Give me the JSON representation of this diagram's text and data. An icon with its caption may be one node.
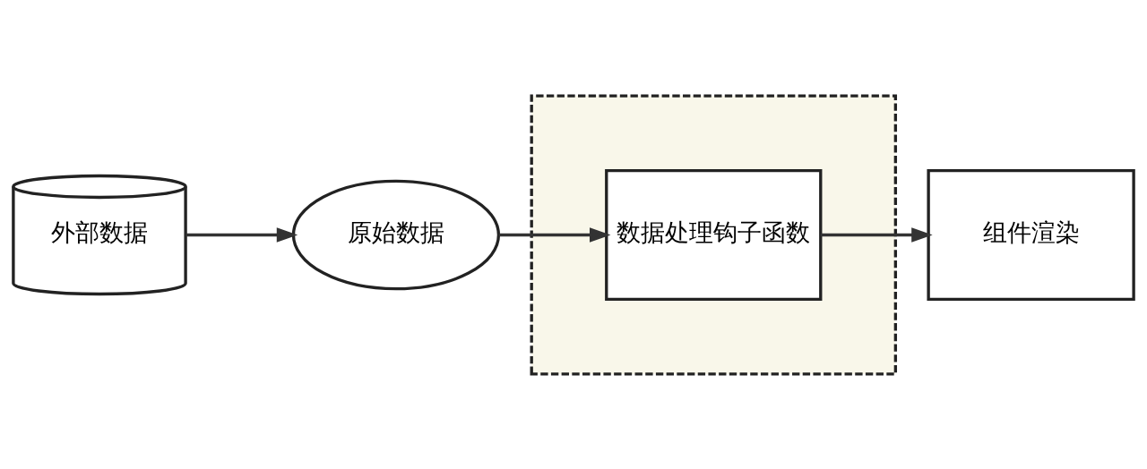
{
  "diagram": {
    "nodes": [
      {
        "text": [
          "外部数据"
        ]
      },
      {
        "text": [
          "原始数据"
        ]
      },
      {
        "text": [],
        "shape": "box"
      },
      {
        "text": [
          "数据处理钩子函数"
        ],
        "in": 2
      },
      {
        "text": [
          "组件渲染"
        ]
      }
    ],
    "edges": [
      {
        "from": 0,
        "to": 1,
        "arrow": "to"
      },
      {
        "from": 1,
        "to": 3,
        "arrow": "to"
      },
      {
        "from": 3,
        "to": 4,
        "arrow": "to"
      }
    ]
  }
}
